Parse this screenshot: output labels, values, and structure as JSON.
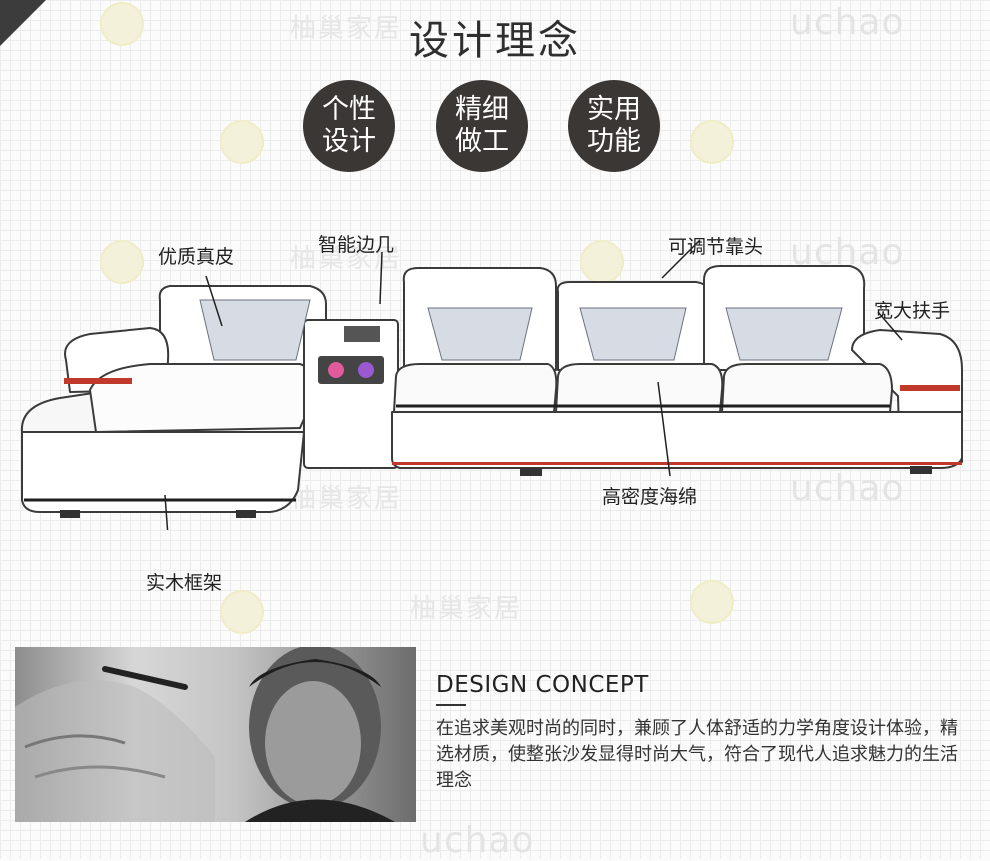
{
  "title": "设计理念",
  "badges": [
    {
      "label": "个性设计"
    },
    {
      "label": "精细做工"
    },
    {
      "label": "实用功能"
    }
  ],
  "callouts": {
    "leather": "优质真皮",
    "smart_table": "智能边几",
    "headrest": "可调节靠头",
    "armrest": "宽大扶手",
    "sponge": "高密度海绵",
    "frame": "实木框架"
  },
  "watermarks": {
    "brand_cn": "柚巢家居",
    "brand_latin": "uchao"
  },
  "concept": {
    "heading": "DESIGN CONCEPT",
    "description": "在追求美观时尚的同时，兼顾了人体舒适的力学角度设计体验，精选材质，使整张沙发显得时尚大气，符合了现代人追求魅力的生活理念"
  },
  "colors": {
    "badge_bg": "#3b3735",
    "accent_red": "#c0392b"
  }
}
